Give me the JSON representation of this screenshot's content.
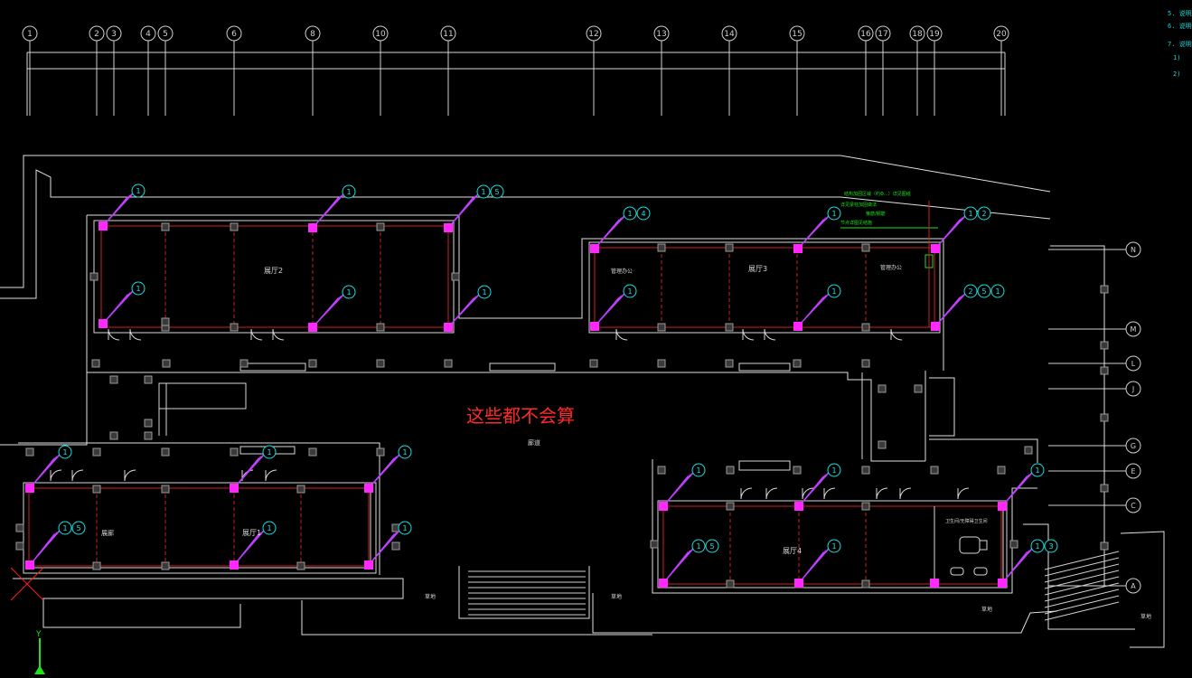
{
  "annotation": "这些都不会算",
  "axis_y_label": "Y",
  "grid_columns": [
    "1",
    "2",
    "3",
    "4",
    "5",
    "6",
    "8",
    "10",
    "11",
    "12",
    "13",
    "14",
    "15",
    "16",
    "17",
    "18",
    "19",
    "20"
  ],
  "grid_rows": [
    "N",
    "M",
    "L",
    "J",
    "G",
    "E",
    "C",
    "A"
  ],
  "room_labels": {
    "hall2": "展厅2",
    "hall3": "展厅3",
    "hall1": "展厅1",
    "hall4": "展厅4",
    "corridor": "廊道",
    "office_left": "管理办公",
    "office_right": "管理办公",
    "gallery_left": "展廊",
    "toilet": "卫生间/无障碍卫生间",
    "lawn1": "草地",
    "lawn2": "草地",
    "lawn3": "草地",
    "lawn4": "草地"
  },
  "right_notes": [
    "5. 说明",
    "6. 说明",
    "7. 说明",
    "1)",
    "2)"
  ],
  "green_notes": [
    "结构加固区域（约Φ...）详见图纸",
    "详见梁柱加固做法",
    "箍筋/钢筋",
    "节点详图见结施"
  ],
  "tags": {
    "t1": [
      "1"
    ],
    "t2": [
      "1"
    ],
    "t3": [
      "1",
      "5"
    ],
    "t4": [
      "1"
    ],
    "t5": [
      "1"
    ],
    "t6": [
      "1"
    ],
    "t7": [
      "1",
      "4"
    ],
    "t8": [
      "1"
    ],
    "t9": [
      "1",
      "2"
    ],
    "t10": [
      "1"
    ],
    "t11": [
      "1"
    ],
    "t12": [
      "2",
      "5",
      "1"
    ],
    "t13": [
      "1"
    ],
    "t14": [
      "1"
    ],
    "t15": [
      "1"
    ],
    "t16": [
      "1",
      "5"
    ],
    "t17": [
      "1"
    ],
    "t18": [
      "1"
    ],
    "t19": [
      "1"
    ],
    "t20": [
      "1"
    ],
    "t21": [
      "1"
    ],
    "t22": [
      "1",
      "5"
    ],
    "t23": [
      "1"
    ],
    "t24": [
      "1",
      "3"
    ]
  },
  "colors": {
    "background": "#000000",
    "linework": "#e6e6e6",
    "axis": "#cfcfcf",
    "beam": "#d02020",
    "column": "#ff28ff",
    "leader": "#c040ff",
    "tag": "#18e0e0",
    "annotation": "#ff2a2a",
    "note_green": "#20e020"
  }
}
